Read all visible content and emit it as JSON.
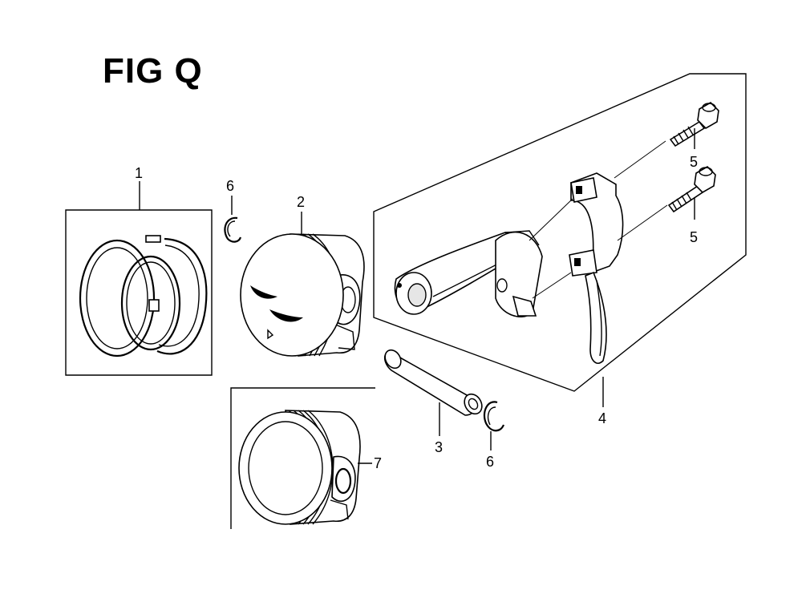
{
  "title": "FIG Q",
  "callouts": {
    "piston_rings": "1",
    "piston": "2",
    "piston_pin": "3",
    "connecting_rod": "4",
    "rod_bolt_upper": "5",
    "rod_bolt_lower": "5",
    "pin_clip_upper": "6",
    "pin_clip_lower": "6",
    "piston_alt": "7"
  }
}
